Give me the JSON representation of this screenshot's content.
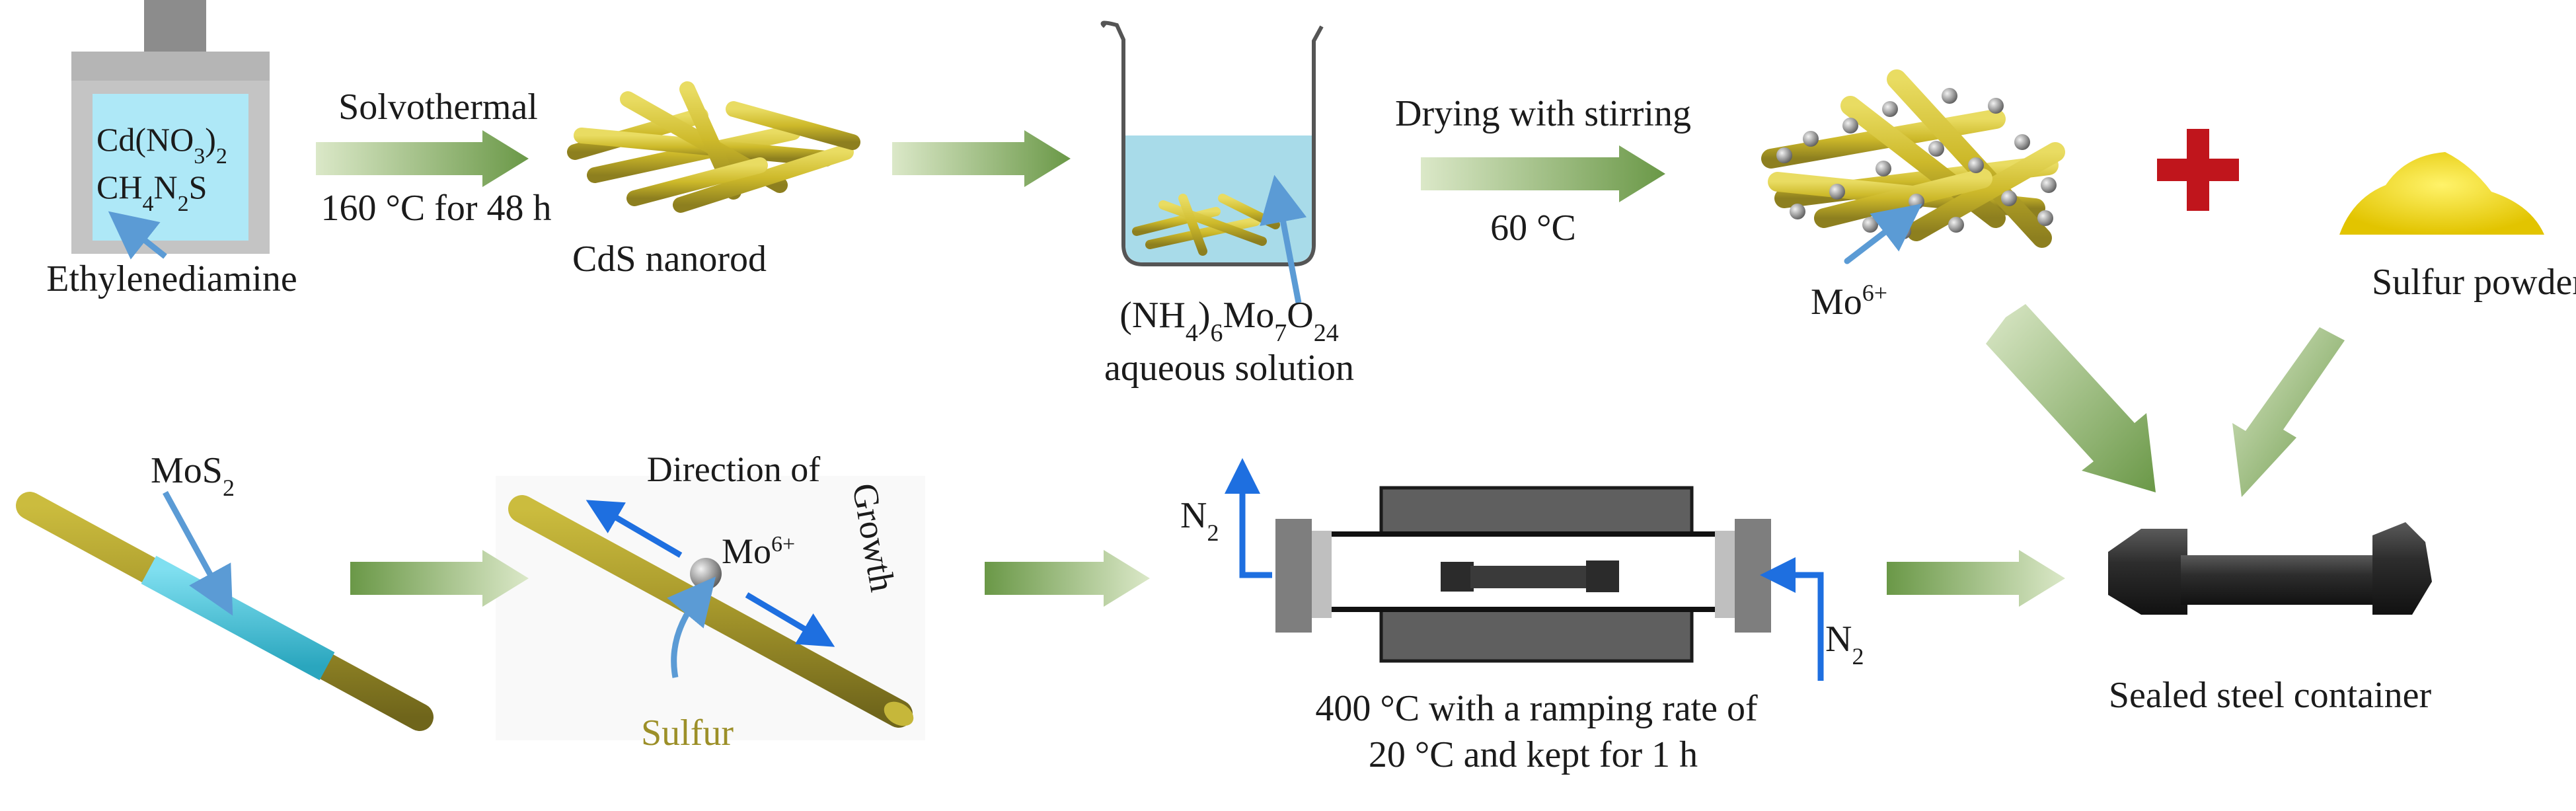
{
  "top_row": {
    "reactor_formula_1_base": "Cd(NO",
    "reactor_formula_1_sub": "3",
    "reactor_formula_1_close": ")",
    "reactor_formula_1_sub2": "2",
    "reactor_formula_2_a": "CH",
    "reactor_formula_2_sub1": "4",
    "reactor_formula_2_b": "N",
    "reactor_formula_2_sub2": "2",
    "reactor_formula_2_c": "S",
    "solvent_label": "Ethylenediamine",
    "step1_top": "Solvothermal",
    "step1_bottom": "160 °C for 48 h",
    "product1_label": "CdS nanorod",
    "beaker_label_1_a": "(NH",
    "beaker_label_1_sub1": "4",
    "beaker_label_1_b": ")",
    "beaker_label_1_sub2": "6",
    "beaker_label_1_c": "Mo",
    "beaker_label_1_sub3": "7",
    "beaker_label_1_d": "O",
    "beaker_label_1_sub4": "24",
    "beaker_label_2": "aqueous solution",
    "step3_top": "Drying with stirring",
    "step3_bottom": "60 °C",
    "mo_label": "Mo",
    "mo_sup": "6+",
    "sulfur_powder_label": "Sulfur powder"
  },
  "bottom_row": {
    "container_label": "Sealed steel container",
    "n2_right": "N",
    "n2_right_sub": "2",
    "n2_left": "N",
    "n2_left_sub": "2",
    "furnace_line1": "400 °C with a ramping rate of",
    "furnace_line2": "20 °C and kept for 1 h",
    "direction_label": "Direction of",
    "growth_label": "Growth",
    "mo_label": "Mo",
    "mo_sup": "6+",
    "sulfur_label": "Sulfur",
    "mos2_label": "MoS",
    "mos2_sub": "2"
  },
  "colors": {
    "arrow_green_light": "#c9ddb1",
    "arrow_green_dark": "#6d9a47",
    "rod_yellow": "#d8c531",
    "rod_olive": "#a89a2e",
    "mos2_cyan": "#4fc3d6",
    "solution_blue": "#a8dbe9",
    "pointer_blue": "#5b9bd5",
    "plus_red": "#c0151c",
    "sulfur_yellow": "#f2dc1a",
    "n2_blue": "#1e6fe0",
    "sulfur_text": "#9c8f28"
  }
}
